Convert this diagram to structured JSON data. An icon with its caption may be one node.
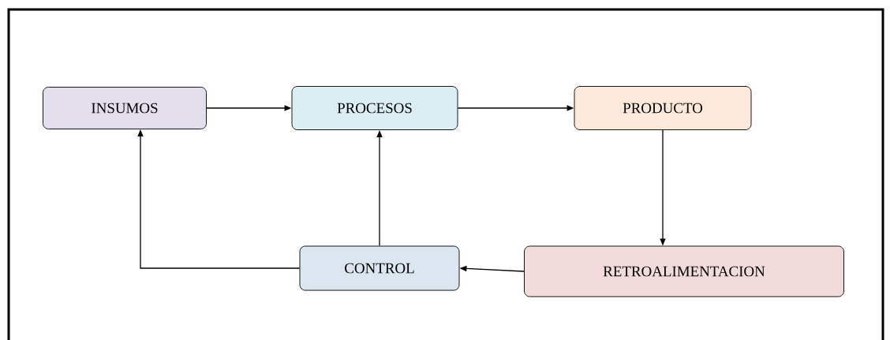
{
  "diagram": {
    "nodes": [
      {
        "text": [
          "INSUMOS"
        ]
      },
      {
        "text": [
          "PROCESOS"
        ]
      },
      {
        "text": [
          "PRODUCTO"
        ]
      },
      {
        "text": [
          "CONTROL"
        ]
      },
      {
        "text": [
          "RETROALIMENTACION"
        ]
      }
    ],
    "edges": [
      {
        "from": 0,
        "to": 1,
        "arrow": "to"
      },
      {
        "from": 1,
        "to": 2,
        "arrow": "to"
      },
      {
        "from": 2,
        "to": 4,
        "arrow": "to"
      },
      {
        "from": 4,
        "to": 3,
        "arrow": "to"
      },
      {
        "from": 3,
        "to": 1,
        "arrow": "to"
      },
      {
        "from": 3,
        "to": 0,
        "arrow": "to"
      }
    ]
  }
}
